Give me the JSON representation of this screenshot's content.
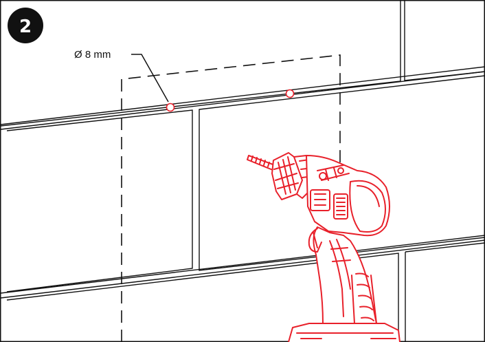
{
  "step": {
    "number": "2"
  },
  "callout": {
    "label": "Ø 8 mm"
  },
  "colors": {
    "ink": "#111111",
    "drill": "#e8202a",
    "hole": "#e8202a",
    "background": "#ffffff"
  },
  "icons": {
    "tool": "cordless-drill-icon",
    "hole_mark": "drill-hole-marker"
  }
}
